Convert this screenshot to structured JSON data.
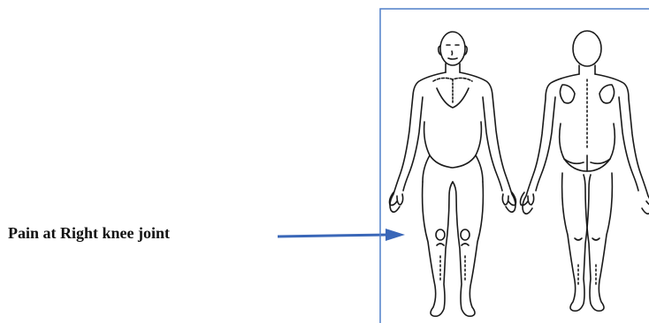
{
  "annotation": {
    "label": "Pain at Right knee joint"
  },
  "colors": {
    "arrow": "#3a67b8",
    "frame": "#4f7fc9",
    "outline": "#1a1a1a"
  },
  "figures": {
    "front_view": "human-body-front",
    "back_view": "human-body-back"
  }
}
